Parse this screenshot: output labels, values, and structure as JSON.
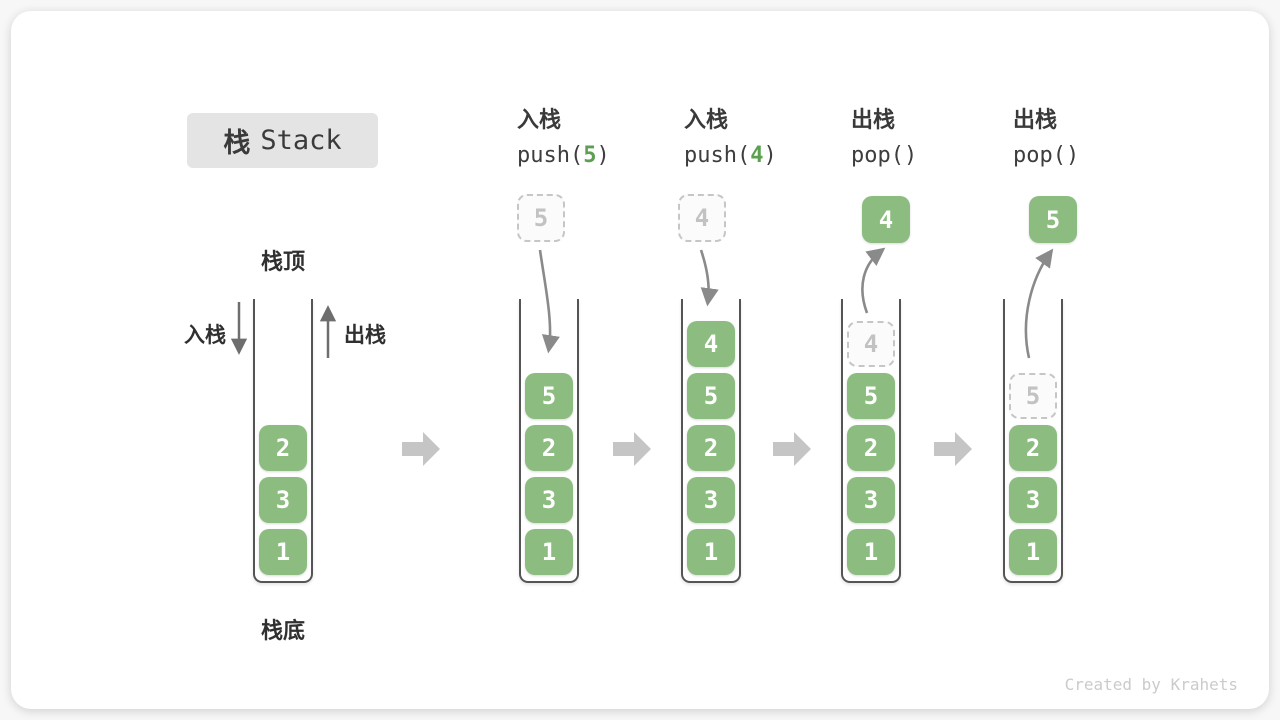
{
  "title": {
    "zh": "栈",
    "en": "Stack"
  },
  "columns": [
    {
      "op_label": "入栈",
      "code_pre": "push(",
      "code_arg": "5",
      "code_post": ")"
    },
    {
      "op_label": "入栈",
      "code_pre": "push(",
      "code_arg": "4",
      "code_post": ")"
    },
    {
      "op_label": "出栈",
      "code_pre": "pop(",
      "code_arg": "",
      "code_post": ")"
    },
    {
      "op_label": "出栈",
      "code_pre": "pop(",
      "code_arg": "",
      "code_post": ")"
    }
  ],
  "labels": {
    "stack_top": "栈顶",
    "stack_bottom": "栈底",
    "push": "入栈",
    "pop": "出栈"
  },
  "stacks": [
    {
      "name": "initial",
      "blocks": [
        "2",
        "3",
        "1"
      ]
    },
    {
      "name": "after-push-5",
      "floating": "5",
      "blocks": [
        "5",
        "2",
        "3",
        "1"
      ]
    },
    {
      "name": "after-push-4",
      "floating": "4",
      "blocks": [
        "4",
        "5",
        "2",
        "3",
        "1"
      ]
    },
    {
      "name": "after-pop-4",
      "floating": "4",
      "ghost": "4",
      "blocks": [
        "5",
        "2",
        "3",
        "1"
      ]
    },
    {
      "name": "after-pop-5",
      "floating": "5",
      "ghost": "5",
      "blocks": [
        "2",
        "3",
        "1"
      ]
    }
  ],
  "watermark": "Created by Krahets",
  "colors": {
    "block_green": "#8cbc80",
    "code_arg_green": "#5ba04f",
    "ghost_border": "#c6c6c6",
    "curve_arrow": "#8a8a8a",
    "flow_arrow": "#c5c5c5",
    "wall": "#555555",
    "title_bg": "#e4e4e4",
    "text_dark": "#3a3a3a",
    "watermark_gray": "#cbcbcb"
  }
}
